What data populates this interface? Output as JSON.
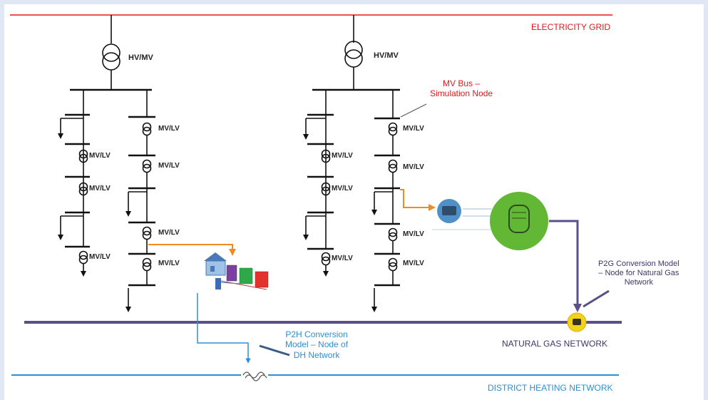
{
  "networks": {
    "electricity_grid": "ELECTRICITY GRID",
    "natural_gas": "NATURAL GAS NETWORK",
    "district_heating": "DISTRICT HEATING NETWORK"
  },
  "transformers": {
    "hv_mv_left": "HV/MV",
    "hv_mv_right": "HV/MV",
    "mv_lv": "MV/LV"
  },
  "annotations": {
    "mv_bus_line1": "MV Bus –",
    "mv_bus_line2": "Simulation Node",
    "p2h_line1": "P2H Conversion",
    "p2h_line2": "Model – Node of",
    "p2h_line3": "DH Network",
    "p2g_line1": "P2G Conversion Model",
    "p2g_line2": "– Node for Natural Gas",
    "p2g_line3": "Network"
  },
  "colors": {
    "electricity": "#e8141b",
    "gas": "#5a4f86",
    "heating": "#2b8fd6",
    "orange_link": "#f08a24",
    "p2g_green": "#62b735",
    "gas_node_yellow": "#f2d21a"
  }
}
